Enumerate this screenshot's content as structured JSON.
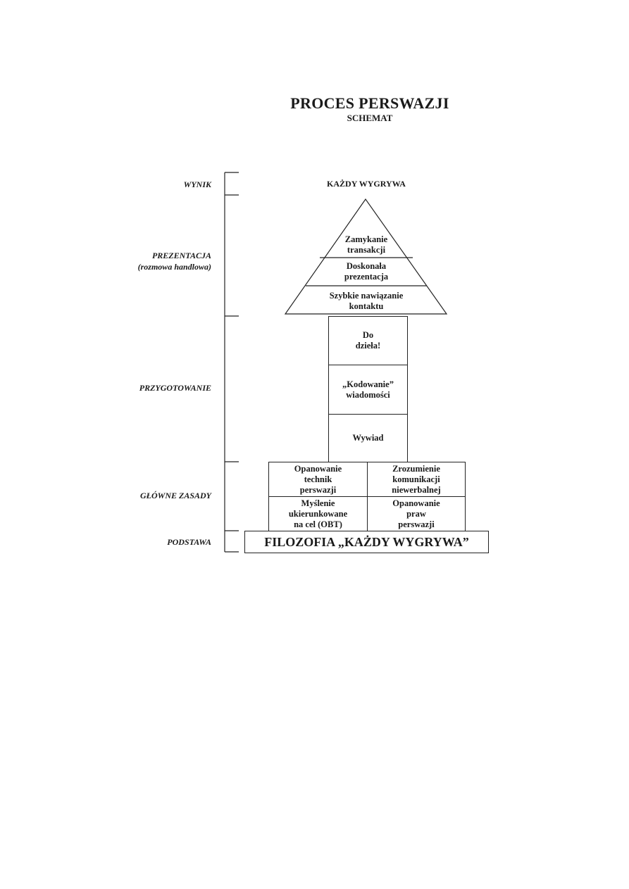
{
  "title": "PROCES PERSWAZJI",
  "subtitle": "SCHEMAT",
  "sections": {
    "result": "WYNIK",
    "presentation_line1": "PREZENTACJA",
    "presentation_line2": "(rozmowa handlowa)",
    "preparation": "PRZYGOTOWANIE",
    "principles": "GŁÓWNE ZASADY",
    "foundation": "PODSTAWA"
  },
  "result_text": "KAŻDY WYGRYWA",
  "pyramid": {
    "top_line1": "Zamykanie",
    "top_line2": "transakcji",
    "mid_line1": "Doskonała",
    "mid_line2": "prezentacja",
    "bottom_line1": "Szybkie nawiązanie",
    "bottom_line2": "kontaktu"
  },
  "column": {
    "do_line1": "Do",
    "do_line2": "dzieła!",
    "coding_line1": "„Kodowanie”",
    "coding_line2": "wiadomości",
    "interview": "Wywiad"
  },
  "principles": {
    "tl_line1": "Opanowanie",
    "tl_line2": "technik",
    "tl_line3": "perswazji",
    "tr_line1": "Zrozumienie",
    "tr_line2": "komunikacji",
    "tr_line3": "niewerbalnej",
    "bl_line1": "Myślenie",
    "bl_line2": "ukierunkowane",
    "bl_line3": "na cel (OBT)",
    "br_line1": "Opanowanie",
    "br_line2": "praw",
    "br_line3": "perswazji"
  },
  "foundation_text": "FILOZOFIA „KAŻDY WYGRYWA”"
}
